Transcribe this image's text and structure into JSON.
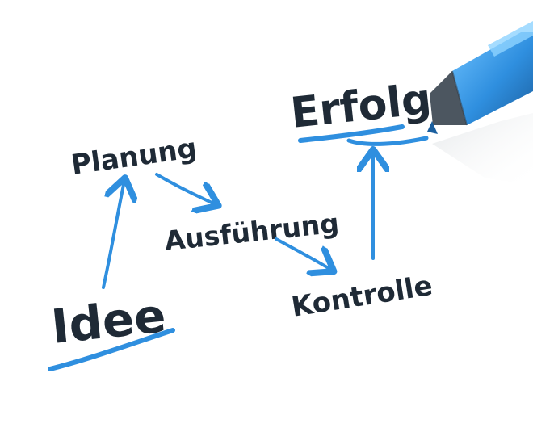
{
  "words": {
    "idee": "Idee",
    "planung": "Planung",
    "ausfuehrung": "Ausführung",
    "kontrolle": "Kontrolle",
    "erfolg": "Erfolg"
  },
  "colors": {
    "ink": "#1f2a36",
    "marker_blue": "#2f8fdf",
    "marker_dark": "#1b5f9f",
    "tip_gray": "#4c5660"
  }
}
